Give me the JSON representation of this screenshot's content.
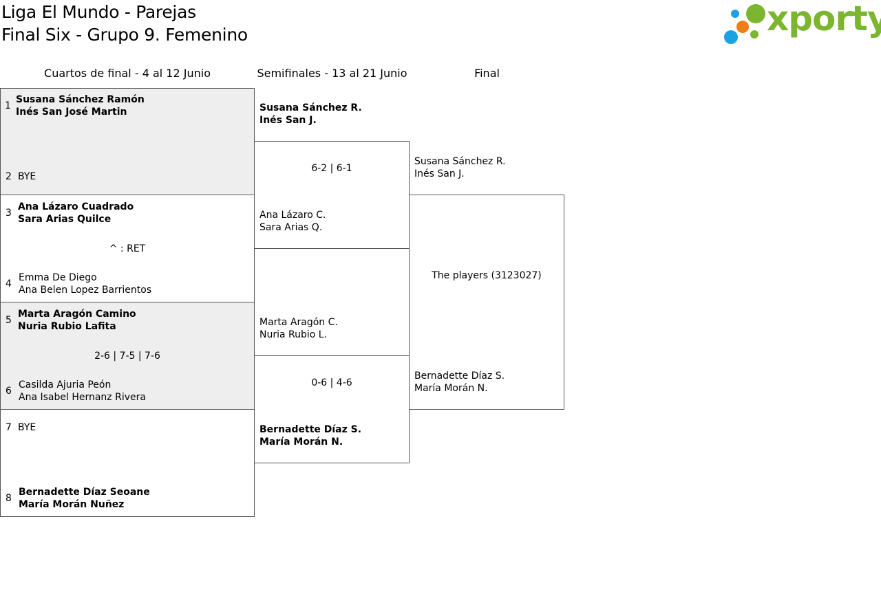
{
  "header": {
    "title_line1": "Liga El Mundo - Parejas",
    "title_line2": "Final Six - Grupo 9. Femenino",
    "logo_text": "xporty"
  },
  "colors": {
    "logo_green": "#7cb52f",
    "logo_blue": "#1ba2e3",
    "logo_orange": "#ef7d1a",
    "shaded_row": "#eeeeee"
  },
  "columns": {
    "quarterfinals": "Cuartos de final - 4 al 12 Junio",
    "semifinals": "Semifinales - 13 al 21 Junio",
    "final": "Final"
  },
  "quarterfinals": [
    {
      "seed_a": "1",
      "team_a": [
        "Susana Sánchez Ramón",
        "Inés San José Martin"
      ],
      "seed_b": "2",
      "team_b": [
        "BYE"
      ],
      "score": ""
    },
    {
      "seed_a": "3",
      "team_a": [
        "Ana Lázaro Cuadrado",
        "Sara Arias Quilce"
      ],
      "seed_b": "4",
      "team_b": [
        "Emma De Diego",
        "Ana Belen Lopez Barrientos"
      ],
      "score": "^ : RET"
    },
    {
      "seed_a": "5",
      "team_a": [
        "Marta Aragón Camino",
        "Nuria Rubio Lafita"
      ],
      "seed_b": "6",
      "team_b": [
        "Casilda Ajuria Peón",
        "Ana Isabel Hernanz Rivera"
      ],
      "score": "2-6 | 7-5 | 7-6"
    },
    {
      "seed_a": "7",
      "team_a": [
        "BYE"
      ],
      "seed_b": "8",
      "team_b": [
        "Bernadette Díaz Seoane",
        "María Morán Nuñez"
      ],
      "score": ""
    }
  ],
  "semifinals": [
    {
      "team_a": [
        "Susana Sánchez R.",
        "Inés San J."
      ],
      "team_b": [
        "Ana Lázaro C.",
        "Sara Arias Q."
      ],
      "score": "6-2 | 6-1"
    },
    {
      "team_a": [
        "Marta Aragón C.",
        "Nuria Rubio L."
      ],
      "team_b": [
        "Bernadette Díaz S.",
        "María Morán N."
      ],
      "score": "0-6 | 4-6"
    }
  ],
  "final": {
    "team_a": [
      "Susana Sánchez R.",
      "Inés San J."
    ],
    "team_b": [
      "Bernadette Díaz S.",
      "María Morán N."
    ],
    "note": "The players (3123027)"
  }
}
